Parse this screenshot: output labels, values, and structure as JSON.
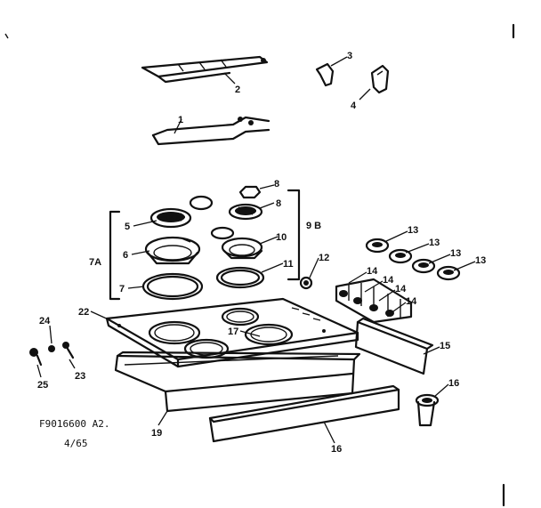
{
  "diagram": {
    "footer_code": "F9016600 A2.",
    "footer_date": "4/65"
  },
  "labels": [
    {
      "id": "1",
      "text": "1"
    },
    {
      "id": "2",
      "text": "2"
    },
    {
      "id": "3",
      "text": "3"
    },
    {
      "id": "4",
      "text": "4"
    },
    {
      "id": "5",
      "text": "5"
    },
    {
      "id": "6",
      "text": "6"
    },
    {
      "id": "7",
      "text": "7"
    },
    {
      "id": "7a",
      "text": "7A"
    },
    {
      "id": "8a",
      "text": "8"
    },
    {
      "id": "8b",
      "text": "8"
    },
    {
      "id": "9b",
      "text": "9 B"
    },
    {
      "id": "10",
      "text": "10"
    },
    {
      "id": "11",
      "text": "11"
    },
    {
      "id": "12",
      "text": "12"
    },
    {
      "id": "13a",
      "text": "13"
    },
    {
      "id": "13b",
      "text": "13"
    },
    {
      "id": "13c",
      "text": "13"
    },
    {
      "id": "13d",
      "text": "13"
    },
    {
      "id": "14a",
      "text": "14"
    },
    {
      "id": "14b",
      "text": "14"
    },
    {
      "id": "14c",
      "text": "14"
    },
    {
      "id": "14d",
      "text": "14"
    },
    {
      "id": "15",
      "text": "15"
    },
    {
      "id": "16a",
      "text": "16"
    },
    {
      "id": "16b",
      "text": "16"
    },
    {
      "id": "17",
      "text": "17"
    },
    {
      "id": "19",
      "text": "19"
    },
    {
      "id": "22",
      "text": "22"
    },
    {
      "id": "23",
      "text": "23"
    },
    {
      "id": "24",
      "text": "24"
    },
    {
      "id": "25",
      "text": "25"
    }
  ]
}
